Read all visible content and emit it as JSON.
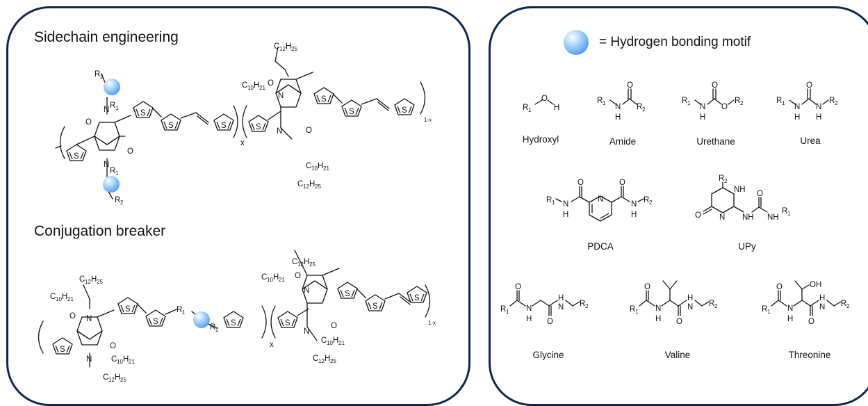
{
  "panels": {
    "left": {
      "sidechain_title": "Sidechain engineering",
      "conjugation_title": "Conjugation breaker"
    },
    "right": {
      "legend_label": "= Hydrogen bonding motif",
      "motifs": [
        {
          "name": "Hydroxyl"
        },
        {
          "name": "Amide"
        },
        {
          "name": "Urethane"
        },
        {
          "name": "Urea"
        },
        {
          "name": "PDCA"
        },
        {
          "name": "UPy"
        },
        {
          "name": "Glycine"
        },
        {
          "name": "Valine"
        },
        {
          "name": "Threonine"
        }
      ]
    }
  },
  "labels": {
    "r": "R",
    "r1": "1",
    "r2": "2",
    "n": "N",
    "o": "O",
    "s": "S",
    "h": "H",
    "nh": "NH",
    "oh": "OH",
    "c10": "C",
    "c10_sub": "10",
    "c10_h": "H",
    "c10_hsub": "21",
    "c12": "C",
    "c12_sub": "12",
    "c12_h": "H",
    "c12_hsub": "25",
    "x": "x",
    "one_minus_x": "1-x"
  },
  "colors": {
    "panel_border": "#0d2650",
    "motif_sphere_light": "#d9ecff",
    "motif_sphere_dark": "#6fb1f0"
  }
}
